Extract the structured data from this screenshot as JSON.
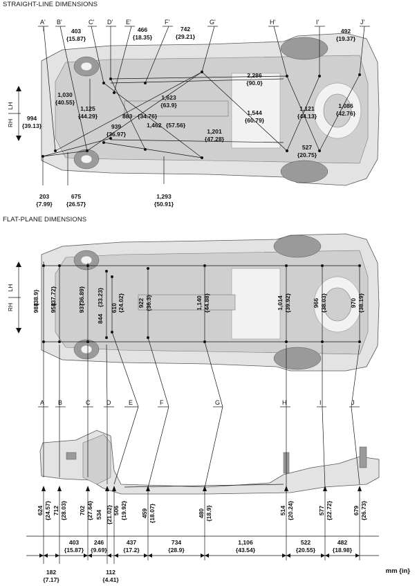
{
  "headings": {
    "straight": "STRAIGHT-LINE DIMENSIONS",
    "flat": "FLAT-PLANE DIMENSIONS",
    "units": "mm {in}"
  },
  "sides": {
    "lh": "LH",
    "rh": "RH"
  },
  "ref_points": {
    "top": [
      "A'",
      "B'",
      "C'",
      "D'",
      "E'",
      "F'",
      "G'",
      "H'",
      "I'",
      "J'"
    ],
    "bottom": [
      "A",
      "B",
      "C",
      "D",
      "E",
      "F",
      "G",
      "H",
      "I",
      "J"
    ]
  },
  "straight_dims": [
    {
      "mm": "403",
      "in": "{15.87}"
    },
    {
      "mm": "466",
      "in": "{18.35}"
    },
    {
      "mm": "742",
      "in": "{29.21}"
    },
    {
      "mm": "492",
      "in": "{19.37}"
    },
    {
      "mm": "2,286",
      "in": "{90.0}"
    },
    {
      "mm": "1,030",
      "in": "{40.55}"
    },
    {
      "mm": "1,623",
      "in": "{63.9}"
    },
    {
      "mm": "1,125",
      "in": "{44.29}"
    },
    {
      "mm": "883",
      "in": "{34.76}"
    },
    {
      "mm": "1,544",
      "in": "{60.79}"
    },
    {
      "mm": "1,121",
      "in": "{44.13}"
    },
    {
      "mm": "1,086",
      "in": "{42.76}"
    },
    {
      "mm": "994",
      "in": "{39.13}"
    },
    {
      "mm": "939",
      "in": "{36.97}"
    },
    {
      "mm": "1,462",
      "in": "{57.56}"
    },
    {
      "mm": "1,201",
      "in": "{47.28}"
    },
    {
      "mm": "527",
      "in": "{20.75}"
    },
    {
      "mm": "203",
      "in": "{7.99}"
    },
    {
      "mm": "675",
      "in": "{26.57}"
    },
    {
      "mm": "1,293",
      "in": "{50.91}"
    }
  ],
  "flat_widths": [
    {
      "mm": "988",
      "in": "{38.9}"
    },
    {
      "mm": "958",
      "in": "{37.72}"
    },
    {
      "mm": "937",
      "in": "{36.89}"
    },
    {
      "mm": "844",
      "in": "{33.23}"
    },
    {
      "mm": "610",
      "in": "{24.02}"
    },
    {
      "mm": "922",
      "in": "{36.3}"
    },
    {
      "mm": "1,140",
      "in": "{44.88}"
    },
    {
      "mm": "1,014",
      "in": "{39.92}"
    },
    {
      "mm": "966",
      "in": "{38.03}"
    },
    {
      "mm": "970",
      "in": "{38.19}"
    }
  ],
  "heights": [
    {
      "mm": "624",
      "in": "{24.57}"
    },
    {
      "mm": "712",
      "in": "{28.03}"
    },
    {
      "mm": "702",
      "in": "{27.64}"
    },
    {
      "mm": "534",
      "in": "{21.02}"
    },
    {
      "mm": "506",
      "in": "{19.92}"
    },
    {
      "mm": "459",
      "in": "{18.07}"
    },
    {
      "mm": "480",
      "in": "{18.9}"
    },
    {
      "mm": "514",
      "in": "{20.24}"
    },
    {
      "mm": "577",
      "in": "{22.72}"
    },
    {
      "mm": "679",
      "in": "{26.73}"
    }
  ],
  "spans_upper": [
    {
      "mm": "403",
      "in": "{15.87}"
    },
    {
      "mm": "246",
      "in": "{9.69}"
    },
    {
      "mm": "437",
      "in": "{17.2}"
    },
    {
      "mm": "734",
      "in": "{28.9}"
    },
    {
      "mm": "1,106",
      "in": "{43.54}"
    },
    {
      "mm": "522",
      "in": "{20.55}"
    },
    {
      "mm": "482",
      "in": "{18.98}"
    }
  ],
  "spans_lower": [
    {
      "mm": "182",
      "in": "{7.17}"
    },
    {
      "mm": "112",
      "in": "{4.41}"
    }
  ]
}
